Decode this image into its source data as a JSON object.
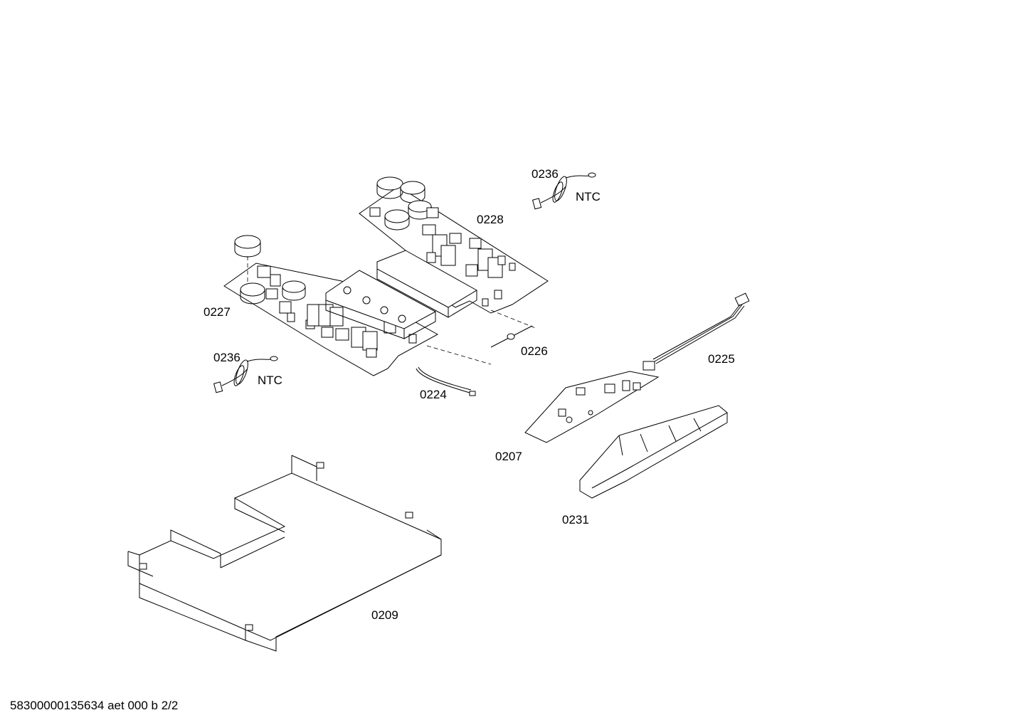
{
  "labels": {
    "ntc_sensor_top": "0236",
    "ntc_text_top": "NTC",
    "board_right": "0228",
    "board_left": "0227",
    "ntc_sensor_left": "0236",
    "ntc_text_left": "NTC",
    "cable_small": "0224",
    "connector_pin": "0226",
    "cable_harness": "0225",
    "control_board": "0207",
    "board_holder": "0231",
    "bottom_tray": "0209"
  },
  "footer": "58300000135634 aet 000 b 2/2"
}
